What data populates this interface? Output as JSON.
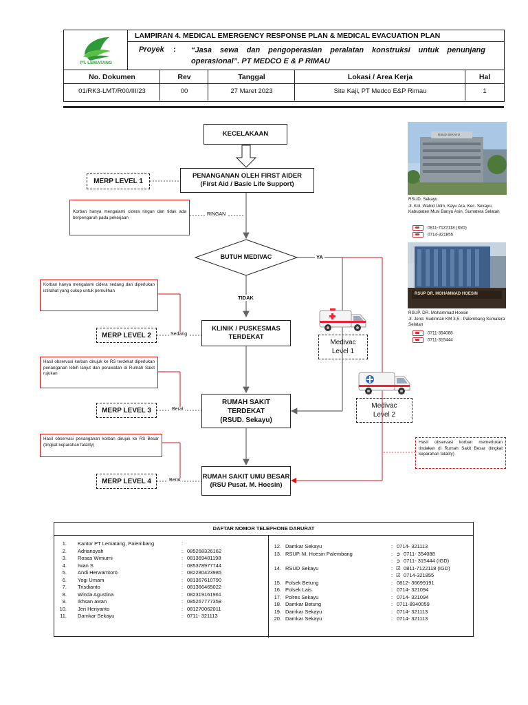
{
  "header": {
    "company": "PT. LEMATANG",
    "title": "LAMPIRAN 4. MEDICAL EMERGENCY RESPONSE PLAN & MEDICAL EVACUATION PLAN",
    "proyek_label": "Proyek",
    "colon": ":",
    "proyek_text": "“Jasa sewa dan pengoperasian peralatan konstruksi untuk penunjang operasional”.",
    "proyek_client": "PT MEDCO E & P  RIMAU",
    "cols": [
      "No. Dokumen",
      "Rev",
      "Tanggal",
      "Lokasi / Area Kerja",
      "Hal"
    ],
    "vals": [
      "01/RK3-LMT/R00/III/23",
      "00",
      "27 Maret 2023",
      "Site Kaji, PT Medco E&P Rimau",
      "1"
    ]
  },
  "flow": {
    "kecelakaan": "KECELAKAAN",
    "first_aider_1": "PENANGANAN OLEH FIRST AIDER",
    "first_aider_2": "(First Aid / Basic Life Support)",
    "merp1": "MERP LEVEL 1",
    "ringan_note": "Korban hanya mengalami cidera ringan dan tidak ada berpengaruh pada pekerjaan",
    "ringan": "RINGAN",
    "butuh_medivac": "BUTUH MEDIVAC",
    "ya": "YA",
    "tidak": "TIDAK",
    "sedang_note": "Korban hanya mengalami cidera sedang dan diperlukan istirahat yang cukup untuk pemulihan",
    "merp2": "MERP LEVEL 2",
    "sedang": "Sedang",
    "klinik_1": "KLINIK / PUSKESMAS",
    "klinik_2": "TERDEKAT",
    "medivac1_1": "Medivac",
    "medivac1_2": "Level 1",
    "berat_note1": "Hasil observasi korban dirujuk ke RS terdekat diperlukan penanganan lebih lanjut dan perawatan di Rumah Sakit rujukan",
    "merp3": "MERP LEVEL 3",
    "berat": "Berat",
    "rs_1": "RUMAH SAKIT",
    "rs_2": "TERDEKAT",
    "rs_3": "(RSUD. Sekayu)",
    "medivac2_1": "Medivac",
    "medivac2_2": "Level 2",
    "berat_note2": "Hasil observasi penanganan korban dirujuk ke RS Besar (tingkat keparahan fatality)",
    "right_note": "Hasil observasi korban memerlukan tindakan di Rumah Sakit Besar (tingkat keparahan fatality)",
    "merp4": "MERP LEVEL 4",
    "rsu_1": "RUMAH SAKIT UMU BESAR",
    "rsu_2": "(RSU Pusat. M. Hoesin)"
  },
  "hospitals": {
    "rsud_name": "RSUD. Sekayu",
    "rsud_addr": "Jl. Kol. Wahid Udin, Kayu Ara, Kec. Sekayu, Kabupaten Musi Banyu Asin, Sumatera Selatan",
    "rsud_sign": "RSUD SEKAYU",
    "rsud_tel1": "0811-7122118 (IGD)",
    "rsud_tel2": "0714-321855",
    "rsup_name": "RSUP. DR. Mohammad Hoesin",
    "rsup_addr": "Jl. Jend. Sudirman KM 3,5 - Palembang Sumatera Selatan",
    "rsup_sign": "RSUP DR. MOHAMMAD HOESIN",
    "rsup_tel1": "0711-354088",
    "rsup_tel2": "0711-315444"
  },
  "phones": {
    "title": "DAFTAR NOMOR TELEPHONE DARURAT",
    "left": [
      {
        "n": "1.",
        "name": "Kantor PT Lematang, Palembang",
        "val": ""
      },
      {
        "n": "2.",
        "name": "Adriansyah",
        "val": "085268326162"
      },
      {
        "n": "3.",
        "name": "Rosas Wimurni",
        "val": "081369481198"
      },
      {
        "n": "4.",
        "name": "Iwan S",
        "val": "085378977744"
      },
      {
        "n": "5.",
        "name": "Andi Herwamtoro",
        "val": "082280423985"
      },
      {
        "n": "6.",
        "name": "Yogi Umam",
        "val": "081367610790"
      },
      {
        "n": "7.",
        "name": "Trisdianto",
        "val": "081366465022"
      },
      {
        "n": "8.",
        "name": "Winda Agustina",
        "val": "082319161961"
      },
      {
        "n": "9.",
        "name": "Ikhsan awan",
        "val": "085267777358"
      },
      {
        "n": "10.",
        "name": "Jeri Heriyanto",
        "val": "081270062011"
      },
      {
        "n": "11.",
        "name": "Damkar Sekayu",
        "val": "0711- 321113"
      }
    ],
    "right": [
      {
        "n": "12.",
        "name": "Damkar Sekayu",
        "val": "0714- 321113"
      },
      {
        "n": "13.",
        "name": "RSUP. M. Hoesin Palembang",
        "val": "0711- 354088",
        "sym": "➲"
      },
      {
        "n": "",
        "name": "",
        "val": "0711- 315444 (IGD)",
        "sym": "➲"
      },
      {
        "n": "14.",
        "name": "RSUD Sekayu",
        "val": "0811-7122118 (IGD)",
        "sym": "☑"
      },
      {
        "n": "",
        "name": "",
        "val": "0714-321855",
        "sym": "☑"
      },
      {
        "n": "15.",
        "name": "Polsek Betung",
        "val": "0812- 36699191"
      },
      {
        "n": "16.",
        "name": "Polsek Lais",
        "val": "0714- 321094"
      },
      {
        "n": "17.",
        "name": "Polres Sekayu",
        "val": "0714- 321094"
      },
      {
        "n": "18.",
        "name": "Damkar Betung",
        "val": "0711-8940059"
      },
      {
        "n": "19.",
        "name": "Damkar Sekayu",
        "val": "0714- 321113"
      },
      {
        "n": "20.",
        "name": "Damkar Sekayu",
        "val": "0714- 321113"
      }
    ]
  }
}
